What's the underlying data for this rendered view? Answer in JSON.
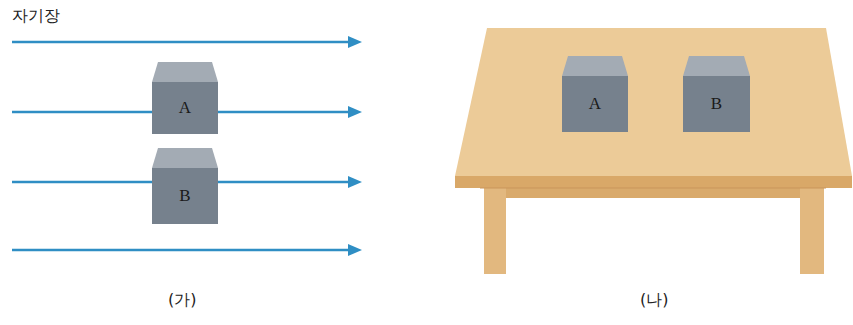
{
  "diagram": {
    "nodes": [
      {
        "text": [
          "A"
        ]
      },
      {
        "text": [
          "B"
        ]
      },
      {
        "text": [
          "A"
        ]
      },
      {
        "text": [
          "B"
        ]
      }
    ],
    "labels": [
      "자기장",
      "(가)",
      "(나)"
    ]
  }
}
